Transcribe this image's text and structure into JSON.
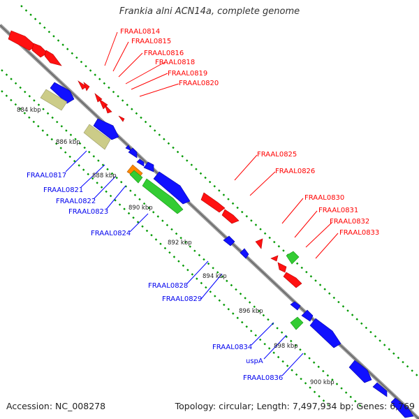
{
  "title": "Frankia alni ACN14a, complete genome",
  "footer": {
    "accession": "Accession: NC_008278",
    "topology": "Topology: circular; Length: 7,497,934 bp; Genes: 6,769"
  },
  "colors": {
    "forward_gene": "#ff0000",
    "reverse_gene": "#0000ff",
    "rna_gene": "#33cc33",
    "other_gene": "#ff8800",
    "pseudo_gene": "#cccc88",
    "backbone": "#888888",
    "tick_dots": "#009900"
  },
  "kbp_labels": [
    "884 kbp",
    "886 kbp",
    "888 kbp",
    "890 kbp",
    "892 kbp",
    "894 kbp",
    "896 kbp",
    "898 kbp",
    "900 kbp"
  ],
  "forward_labels": [
    "FRAAL0814",
    "FRAAL0815",
    "FRAAL0816",
    "FRAAL0818",
    "FRAAL0819",
    "FRAAL0820",
    "FRAAL0825",
    "FRAAL0826",
    "FRAAL0830",
    "FRAAL0831",
    "FRAAL0832",
    "FRAAL0833"
  ],
  "reverse_labels": [
    "FRAAL0817",
    "FRAAL0821",
    "FRAAL0822",
    "FRAAL0823",
    "FRAAL0824",
    "FRAAL0828",
    "FRAAL0829",
    "FRAAL0834",
    "uspA",
    "FRAAL0836"
  ]
}
